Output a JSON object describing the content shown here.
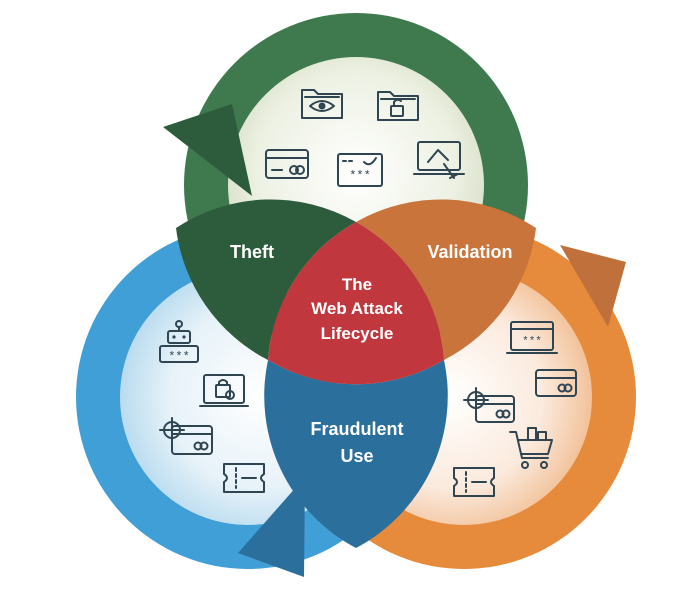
{
  "diagram": {
    "center": {
      "lines": [
        "The",
        "Web Attack",
        "Lifecycle"
      ]
    },
    "stages": {
      "theft": {
        "label": "Theft"
      },
      "validation": {
        "label": "Validation"
      },
      "fraudulent_use": {
        "lines": [
          "Fraudulent",
          "Use"
        ]
      }
    },
    "colors": {
      "theft": "#2d5c3c",
      "validation": "#c8743a",
      "fraudulent_use": "#2b6f9c",
      "center": "#c0373d",
      "outer_blue": "#3f9fd6",
      "outer_orange": "#e68b3b",
      "icon_stroke": "#2f4652"
    },
    "icons": {
      "theft": [
        "folder-eye-icon",
        "folder-lock-icon",
        "credit-card-icon",
        "password-screen-icon",
        "laptop-hook-icon"
      ],
      "validation": [
        "laptop-password-icon",
        "credit-card-icon",
        "credit-card-target-icon",
        "shopping-cart-icon",
        "ticket-icon"
      ],
      "fraudulent_use": [
        "robot-password-icon",
        "laptop-bag-icon",
        "credit-card-target-icon",
        "ticket-icon"
      ]
    }
  }
}
